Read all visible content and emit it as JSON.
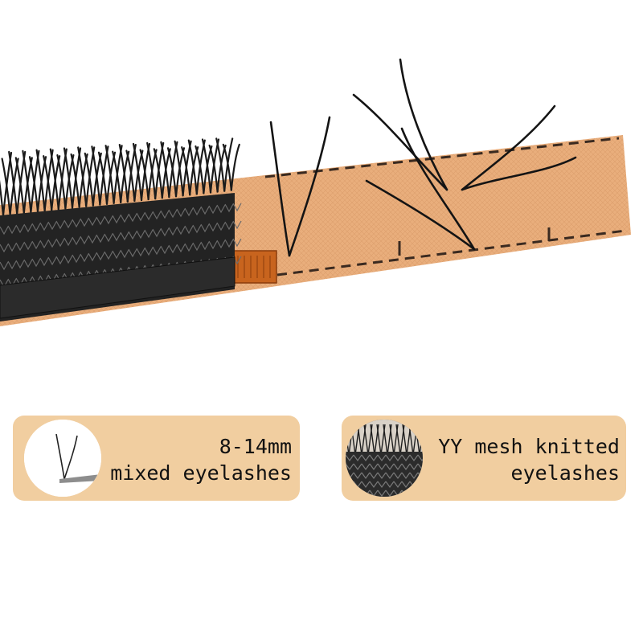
{
  "colors": {
    "background": "#ffffff",
    "card": "#f1cea0",
    "strip": "#e8ab78",
    "lash": "#1b1b1b",
    "text": "#111111"
  },
  "features": [
    {
      "id": "length",
      "icon": "single-yy-lash-icon",
      "lines": [
        "8-14mm",
        "mixed eyelashes"
      ]
    },
    {
      "id": "mesh",
      "icon": "mesh-lash-closeup-icon",
      "lines": [
        "YY mesh knitted",
        "eyelashes"
      ]
    }
  ]
}
